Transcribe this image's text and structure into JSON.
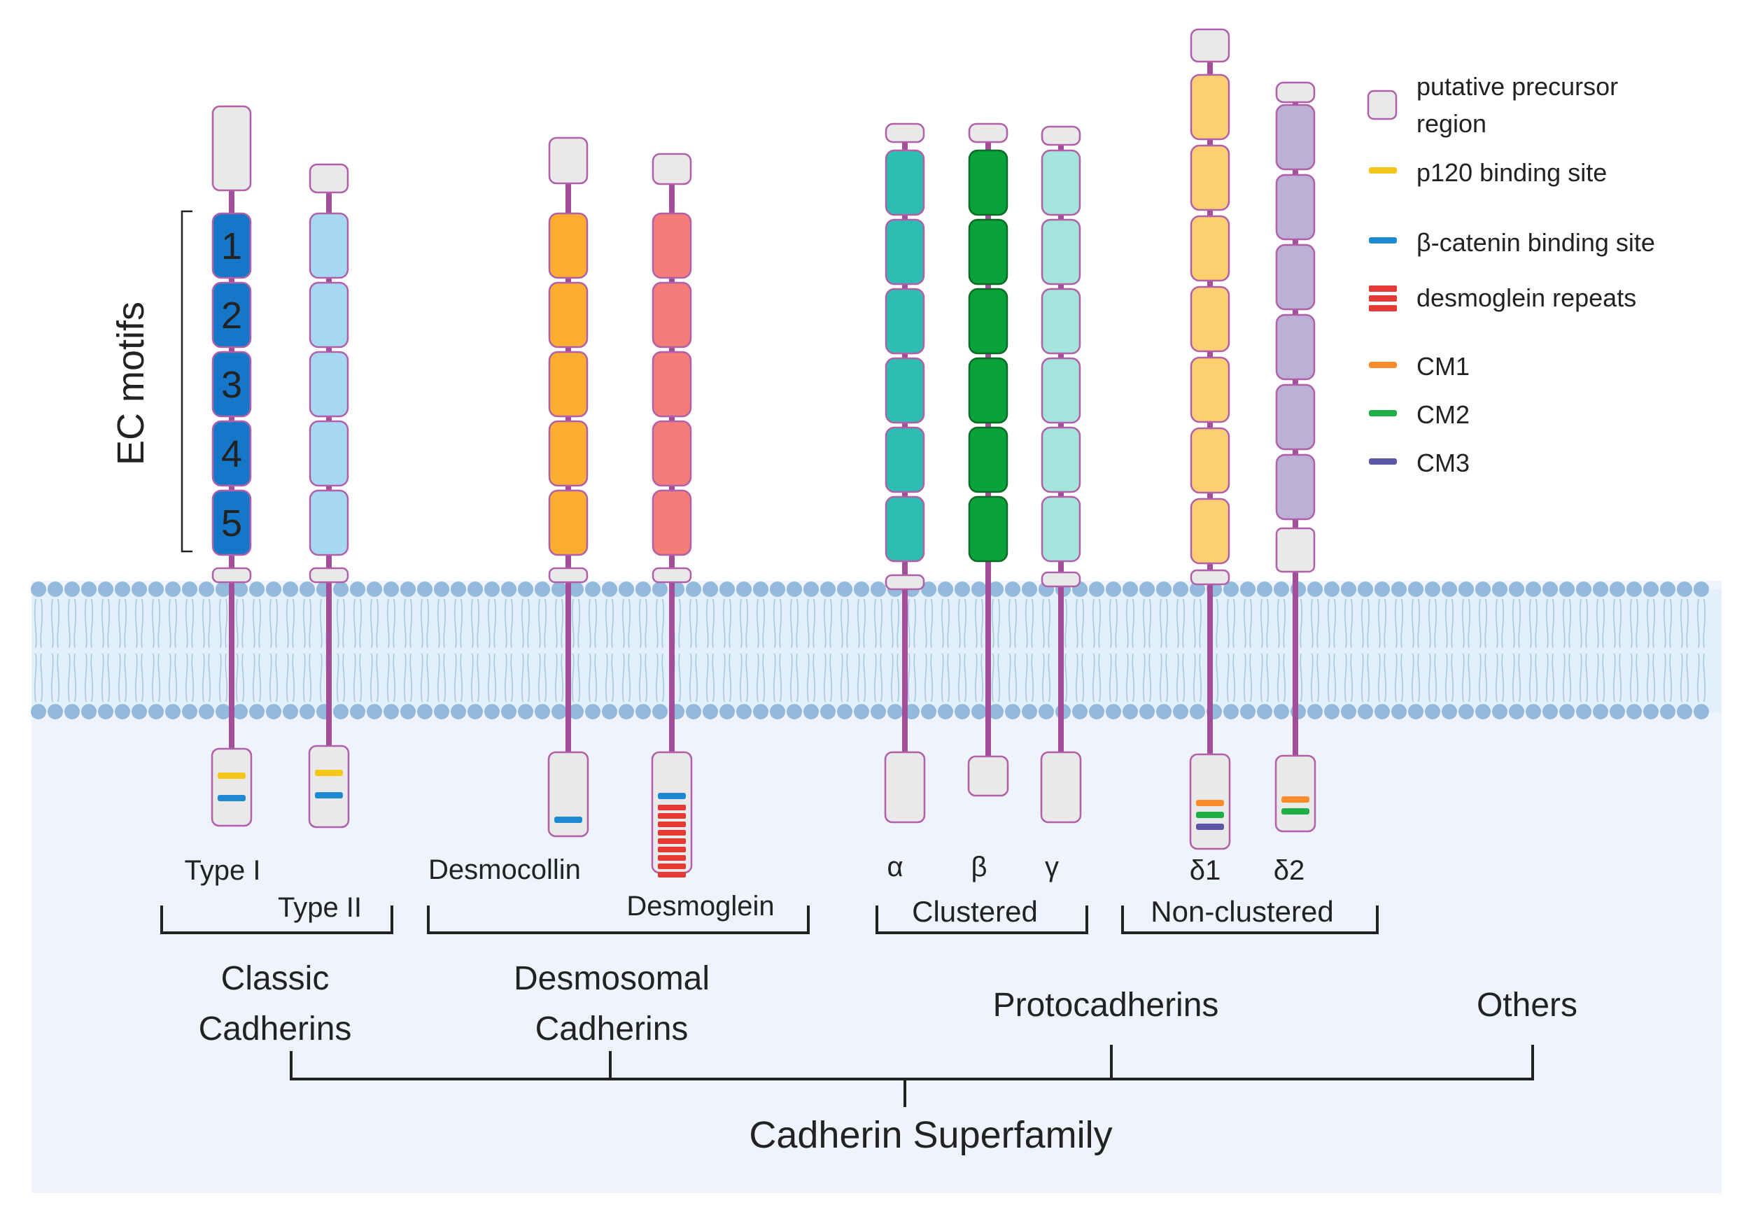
{
  "ec_label": "EC motifs",
  "ec_numbers": [
    "1",
    "2",
    "3",
    "4",
    "5"
  ],
  "legend": [
    {
      "key": "precursor",
      "label": "putative precursor region",
      "lines": [
        "putative precursor",
        "region"
      ],
      "color": "#e9e9e9"
    },
    {
      "key": "p120",
      "label": "p120 binding site",
      "lines": [
        "p120 binding site"
      ],
      "color": "#f5c518"
    },
    {
      "key": "beta",
      "label": "β-catenin binding site",
      "lines": [
        "β-catenin binding site"
      ],
      "color": "#1e88d2"
    },
    {
      "key": "dsg",
      "label": "desmoglein repeats",
      "lines": [
        "desmoglein repeats"
      ],
      "color": "#e53935"
    },
    {
      "key": "cm1",
      "label": "CM1",
      "lines": [
        "CM1"
      ],
      "color": "#fb8c2c"
    },
    {
      "key": "cm2",
      "label": "CM2",
      "lines": [
        "CM2"
      ],
      "color": "#1fae45"
    },
    {
      "key": "cm3",
      "label": "CM3",
      "lines": [
        "CM3"
      ],
      "color": "#5c56a6"
    }
  ],
  "cadherins": [
    {
      "id": "type-i",
      "label": "Type I",
      "ec_count": 5,
      "ec_color": "#1477c7",
      "numbered": true,
      "cyto": [
        "p120",
        "beta"
      ]
    },
    {
      "id": "type-ii",
      "label": "Type II",
      "ec_count": 5,
      "ec_color": "#a6d8f3",
      "cyto": [
        "p120",
        "beta"
      ]
    },
    {
      "id": "desmocollin",
      "label": "Desmocollin",
      "ec_count": 5,
      "ec_color": "#fbad32",
      "cyto": [
        "beta"
      ]
    },
    {
      "id": "desmoglein",
      "label": "Desmoglein",
      "ec_count": 5,
      "ec_color": "#f47c78",
      "cyto": [
        "beta",
        "dsg"
      ]
    },
    {
      "id": "alpha",
      "label": "α",
      "ec_count": 6,
      "ec_color": "#2dbdb2",
      "cyto": []
    },
    {
      "id": "beta",
      "label": "β",
      "ec_count": 6,
      "ec_color": "#0aa33a",
      "cyto": []
    },
    {
      "id": "gamma",
      "label": "γ",
      "ec_count": 6,
      "ec_color": "#a5e3dd",
      "cyto": []
    },
    {
      "id": "delta1",
      "label": "δ1",
      "ec_count": 7,
      "ec_color": "#fdcf73",
      "cyto": [
        "cm1",
        "cm2",
        "cm3"
      ]
    },
    {
      "id": "delta2",
      "label": "δ2",
      "ec_count": 6,
      "ec_color": "#bbb1d7",
      "cyto": [
        "cm1",
        "cm2"
      ]
    }
  ],
  "subgroups": [
    "Clustered",
    "Non-clustered"
  ],
  "families": [
    {
      "id": "classic",
      "lines": [
        "Classic",
        "Cadherins"
      ]
    },
    {
      "id": "desmosomal",
      "lines": [
        "Desmosomal",
        "Cadherins"
      ]
    },
    {
      "id": "protocadherins",
      "lines": [
        "Protocadherins"
      ]
    },
    {
      "id": "others",
      "lines": [
        "Others"
      ]
    }
  ],
  "root_label": "Cadherin Superfamily"
}
